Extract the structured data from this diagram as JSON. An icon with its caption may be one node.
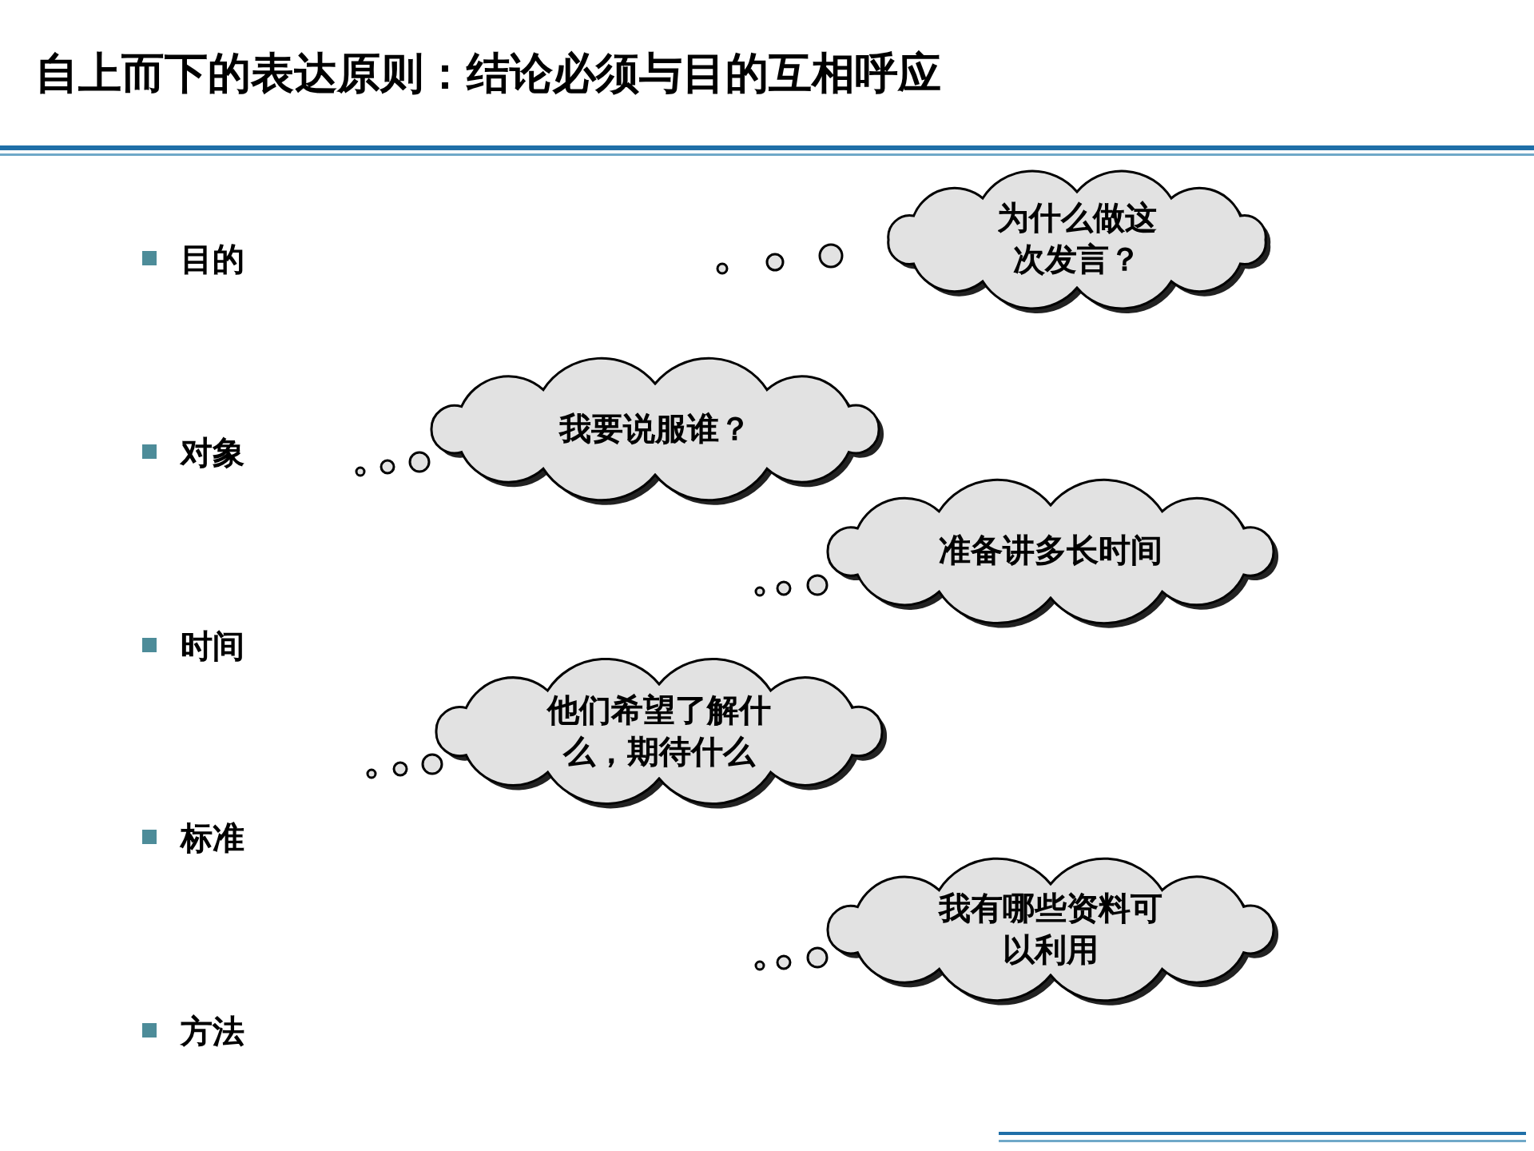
{
  "diagram": {
    "title": "自上而下的表达原则：结论必须与目的互相呼应",
    "nodes": [
      {
        "text": [
          "为什么做这次发言？"
        ]
      },
      {
        "text": [
          "我要说服谁？"
        ]
      },
      {
        "text": [
          "准备讲多长时间"
        ]
      },
      {
        "text": [
          "他们希望了解什么，期待什么"
        ]
      },
      {
        "text": [
          "我有哪些资料可以利用"
        ]
      }
    ],
    "labels": [
      "目的",
      "对象",
      "时间",
      "标准",
      "方法"
    ]
  }
}
